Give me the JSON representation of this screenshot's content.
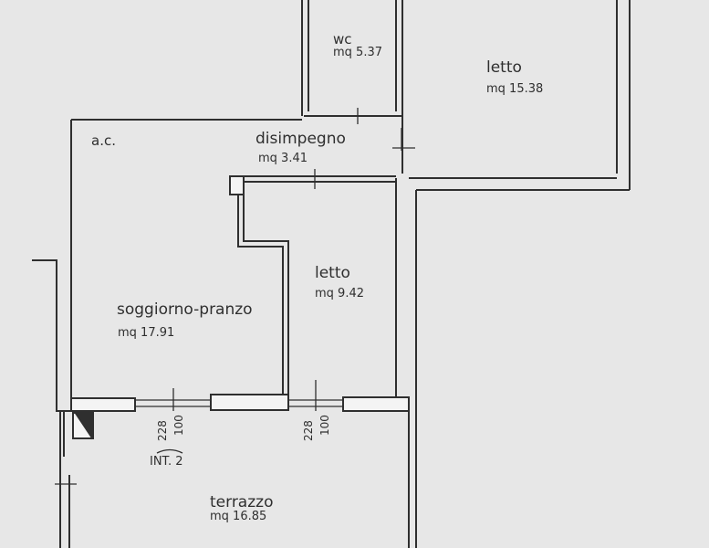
{
  "rooms": {
    "wc": {
      "name": "wc",
      "area": "mq 5.37"
    },
    "letto_large": {
      "name": "letto",
      "area": "mq 15.38"
    },
    "ac": {
      "name": "a.c."
    },
    "disimpegno": {
      "name": "disimpegno",
      "area": "mq 3.41"
    },
    "letto_small": {
      "name": "letto",
      "area": "mq 9.42"
    },
    "soggiorno": {
      "name": "soggiorno-pranzo",
      "area": "mq 17.91"
    },
    "terrazzo": {
      "name": "terrazzo",
      "area": "mq 16.85"
    }
  },
  "window_dims": [
    {
      "width": "228",
      "height": "100"
    },
    {
      "width": "228",
      "height": "100"
    }
  ],
  "unit_label": "INT. 2",
  "colors": {
    "paper": "#e7e7e7",
    "ink": "#2f2f2f",
    "wall_fill": "#f4f4f4"
  }
}
